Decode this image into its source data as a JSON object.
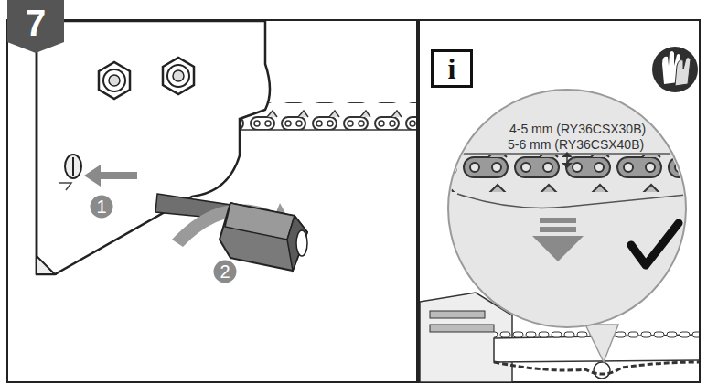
{
  "diagram": {
    "nodes": [
      {
        "text": [
          "7"
        ]
      },
      {
        "text": [
          "1"
        ]
      },
      {
        "text": [
          "2"
        ]
      },
      {
        "text": [
          "i"
        ]
      }
    ],
    "labels": [
      "4-5 mm (RY36CSX30B)",
      "5-6 mm (RY36CSX40B)"
    ]
  }
}
